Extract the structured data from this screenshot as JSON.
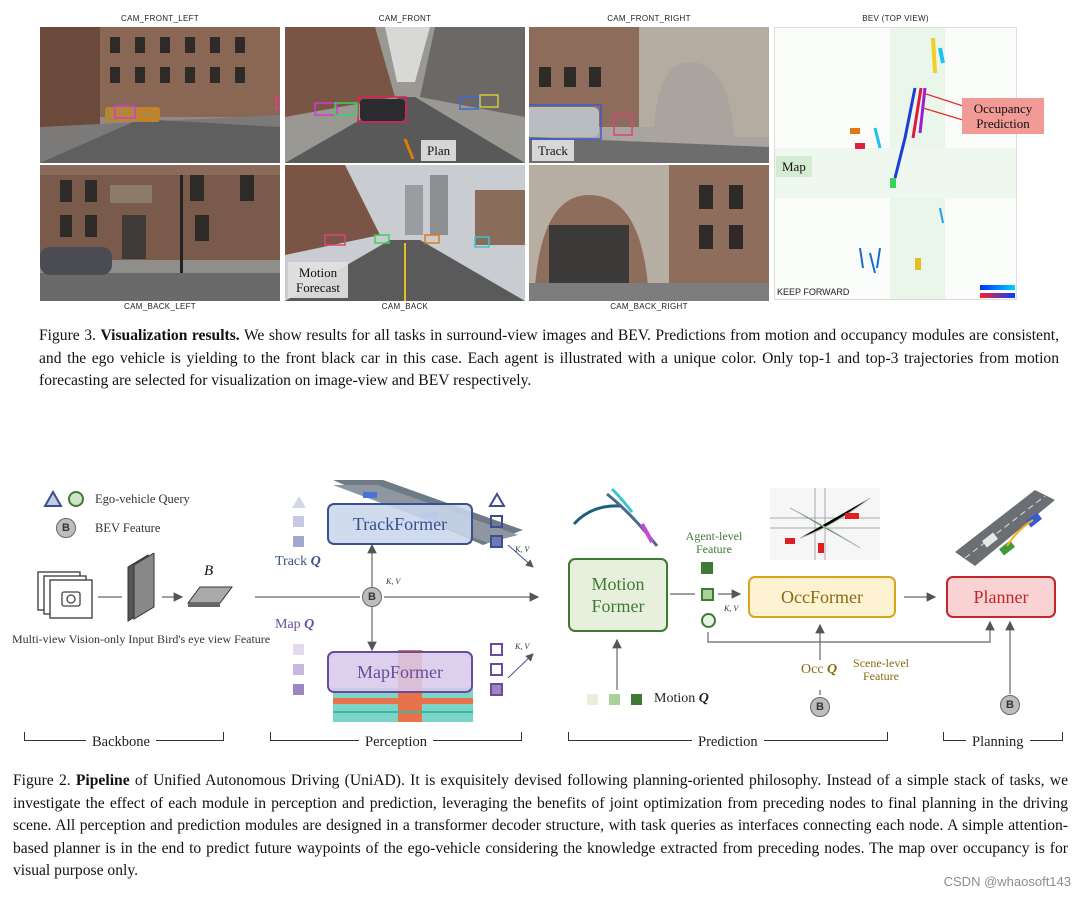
{
  "figure3": {
    "cam_labels": {
      "front_left": "CAM_FRONT_LEFT",
      "front": "CAM_FRONT",
      "front_right": "CAM_FRONT_RIGHT",
      "bev": "BEV (TOP VIEW)",
      "back_left": "CAM_BACK_LEFT",
      "back": "CAM_BACK",
      "back_right": "CAM_BACK_RIGHT"
    },
    "tags": {
      "plan": "Plan",
      "track": "Track",
      "motion_forecast": "Motion Forecast",
      "map": "Map",
      "occupancy_prediction": "Occupancy Prediction",
      "keep_forward": "KEEP FORWARD"
    },
    "caption": {
      "label": "Figure 3.",
      "title": "Visualization results.",
      "text": "We show results for all tasks in surround-view images and BEV. Predictions from motion and occupancy modules are consistent, and the ego vehicle is yielding to the front black car in this case. Each agent is illustrated with a unique color. Only top-1 and top-3 trajectories from motion forecasting are selected for visualization on image-view and BEV respectively."
    }
  },
  "figure2": {
    "legend": {
      "ego_query": "Ego-vehicle Query",
      "bev_feature": "BEV Feature",
      "b_symbol": "B"
    },
    "input_label": "Multi-view Vision-only Input",
    "bev_label": "Bird's eye view Feature",
    "b_italic": "B",
    "modules": {
      "trackformer": "TrackFormer",
      "mapformer": "MapFormer",
      "motionformer": "Motion Former",
      "occformer": "OccFormer",
      "planner": "Planner"
    },
    "queries": {
      "track_q": "Track Q",
      "map_q": "Map Q",
      "motion_q": "Motion Q",
      "occ_q": "Occ Q"
    },
    "kv": "K, V",
    "agent_level_feature": "Agent-level Feature",
    "scene_level_feature": "Scene-level Feature",
    "stages": {
      "backbone": "Backbone",
      "perception": "Perception",
      "prediction": "Prediction",
      "planning": "Planning"
    },
    "caption": {
      "label": "Figure 2.",
      "title": "Pipeline",
      "text": "of Unified Autonomous Driving (UniAD). It is exquisitely devised following planning-oriented philosophy. Instead of a simple stack of tasks, we investigate the effect of each module in perception and prediction, leveraging the benefits of joint optimization from preceding nodes to final planning in the driving scene. All perception and prediction modules are designed in a transformer decoder structure, with task queries as interfaces connecting each node. A simple attention-based planner is in the end to predict future waypoints of the ego-vehicle considering the knowledge extracted from preceding nodes. The map over occupancy is for visual purpose only."
    }
  },
  "watermark": "CSDN @whaosoft143",
  "colors": {
    "track_blue": "#3b4f8f",
    "map_purple": "#6a4c9c",
    "motion_green": "#3f7a35",
    "occ_gold": "#8a6a10",
    "planner_red": "#c0282d"
  }
}
